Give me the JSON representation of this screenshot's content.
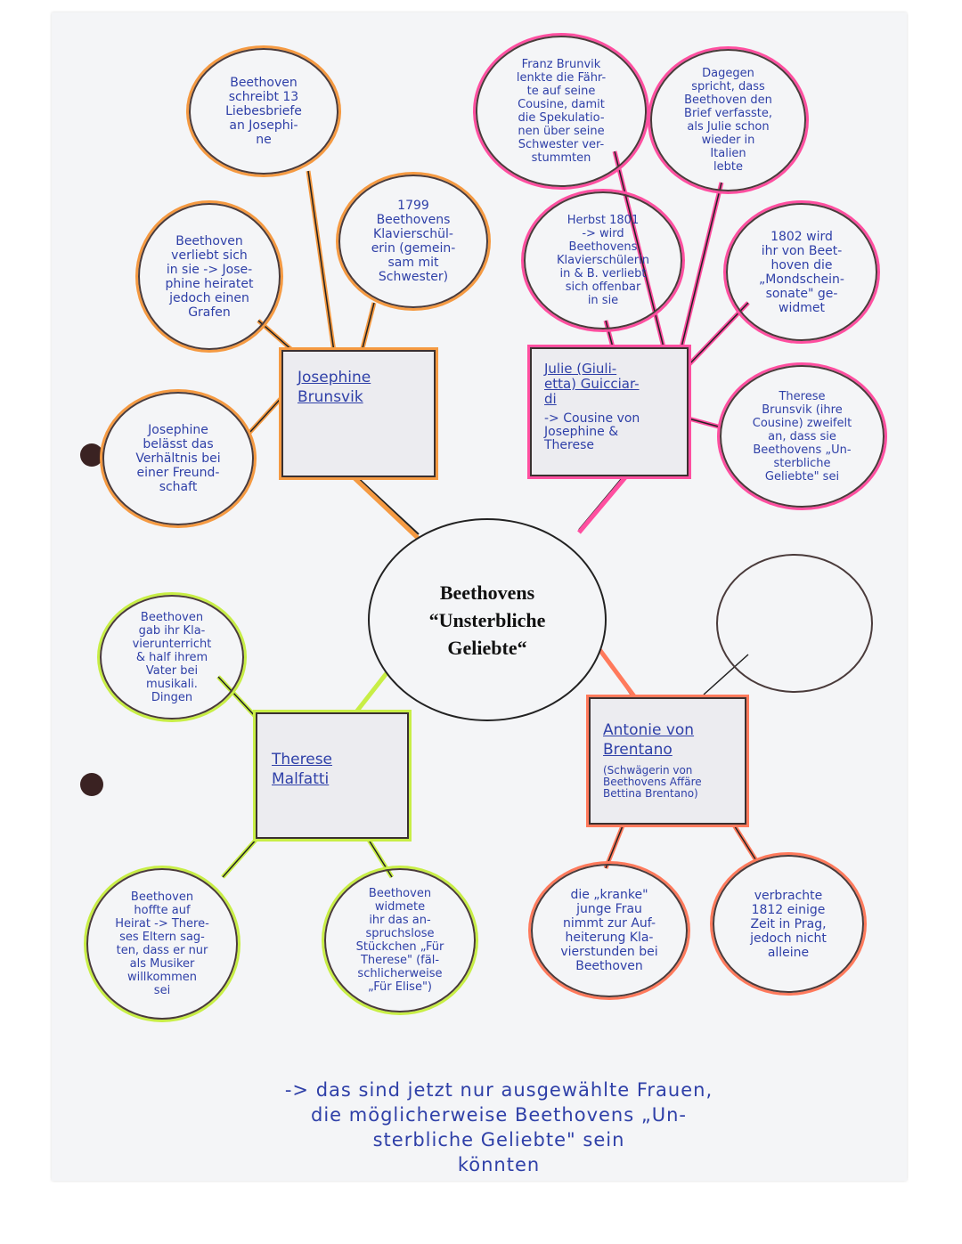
{
  "center": {
    "title": "Beethovens\n“Unsterbliche\nGeliebte“"
  },
  "colors": {
    "ink": "#2f40a8",
    "orange": "#f59a42",
    "pink": "#ff4fa0",
    "green": "#c8ee46",
    "salmon": "#ff7a5c"
  },
  "josephine": {
    "name": "Josephine\nBrunsvik",
    "bubbles": [
      "Beethoven\nschreibt 13\nLiebesbriefe\nan Josephi-\nne",
      "1799\nBeethovens\nKlavierschül-\nerin (gemein-\nsam mit\nSchwester)",
      "Beethoven\nverliebt sich\nin sie -> Jose-\nphine heiratet\njedoch einen\nGrafen",
      "Josephine\nbelässt das\nVerhältnis bei\neiner Freund-\nschaft"
    ]
  },
  "julie": {
    "name": "Julie (Giuli-\netta) Guicciar-\ndi",
    "sub": "-> Cousine von\nJosephine &\nTherese",
    "bubbles": [
      "Franz Brunvik\nlenkte die Fähr-\nte auf seine\nCousine, damit\ndie Spekulatio-\nnen über seine\nSchwester ver-\nstummten",
      "Dagegen\nspricht, dass\nBeethoven den\nBrief verfasste,\nals Julie schon\nwieder in\nItalien\nlebte",
      "Herbst 1801\n-> wird\nBeethovens\nKlavierschülerin\nin & B. verliebt\nsich offenbar\nin sie",
      "1802 wird\nihr von Beet-\nhoven die\n„Mondschein-\nsonate\" ge-\nwidmet",
      "Therese\nBrunsvik (ihre\nCousine) zweifelt\nan, dass sie\nBeethovens „Un-\nsterbliche\nGeliebte\" sei"
    ]
  },
  "therese": {
    "name": "Therese\nMalfatti",
    "bubbles": [
      "Beethoven\ngab ihr Kla-\nvierunterricht\n& half ihrem\nVater bei\nmusikali.\nDingen",
      "Beethoven\nhoffte auf\nHeirat -> There-\nses Eltern sag-\nten, dass er nur\nals Musiker\nwillkommen\nsei",
      "Beethoven\nwidmete\nihr das an-\nspruchslose\nStückchen „Für\nTherese\" (fäl-\nschlicherweise\n„Für Elise\")"
    ]
  },
  "antonie": {
    "name": "Antonie von\nBrentano",
    "sub": "(Schwägerin von\nBeethovens Affäre\nBettina Brentano)",
    "bubbles": [
      "",
      "die „kranke\"\njunge Frau\nnimmt zur Auf-\nheiterung Kla-\nvierstunden bei\nBeethoven",
      "verbrachte\n1812 einige\nZeit in Prag,\njedoch nicht\nalleine"
    ]
  },
  "footer": "-> das sind jetzt nur ausgewählte Frauen,\ndie möglicherweise Beethovens „Un-\nsterbliche Geliebte\" sein\nkönnten"
}
